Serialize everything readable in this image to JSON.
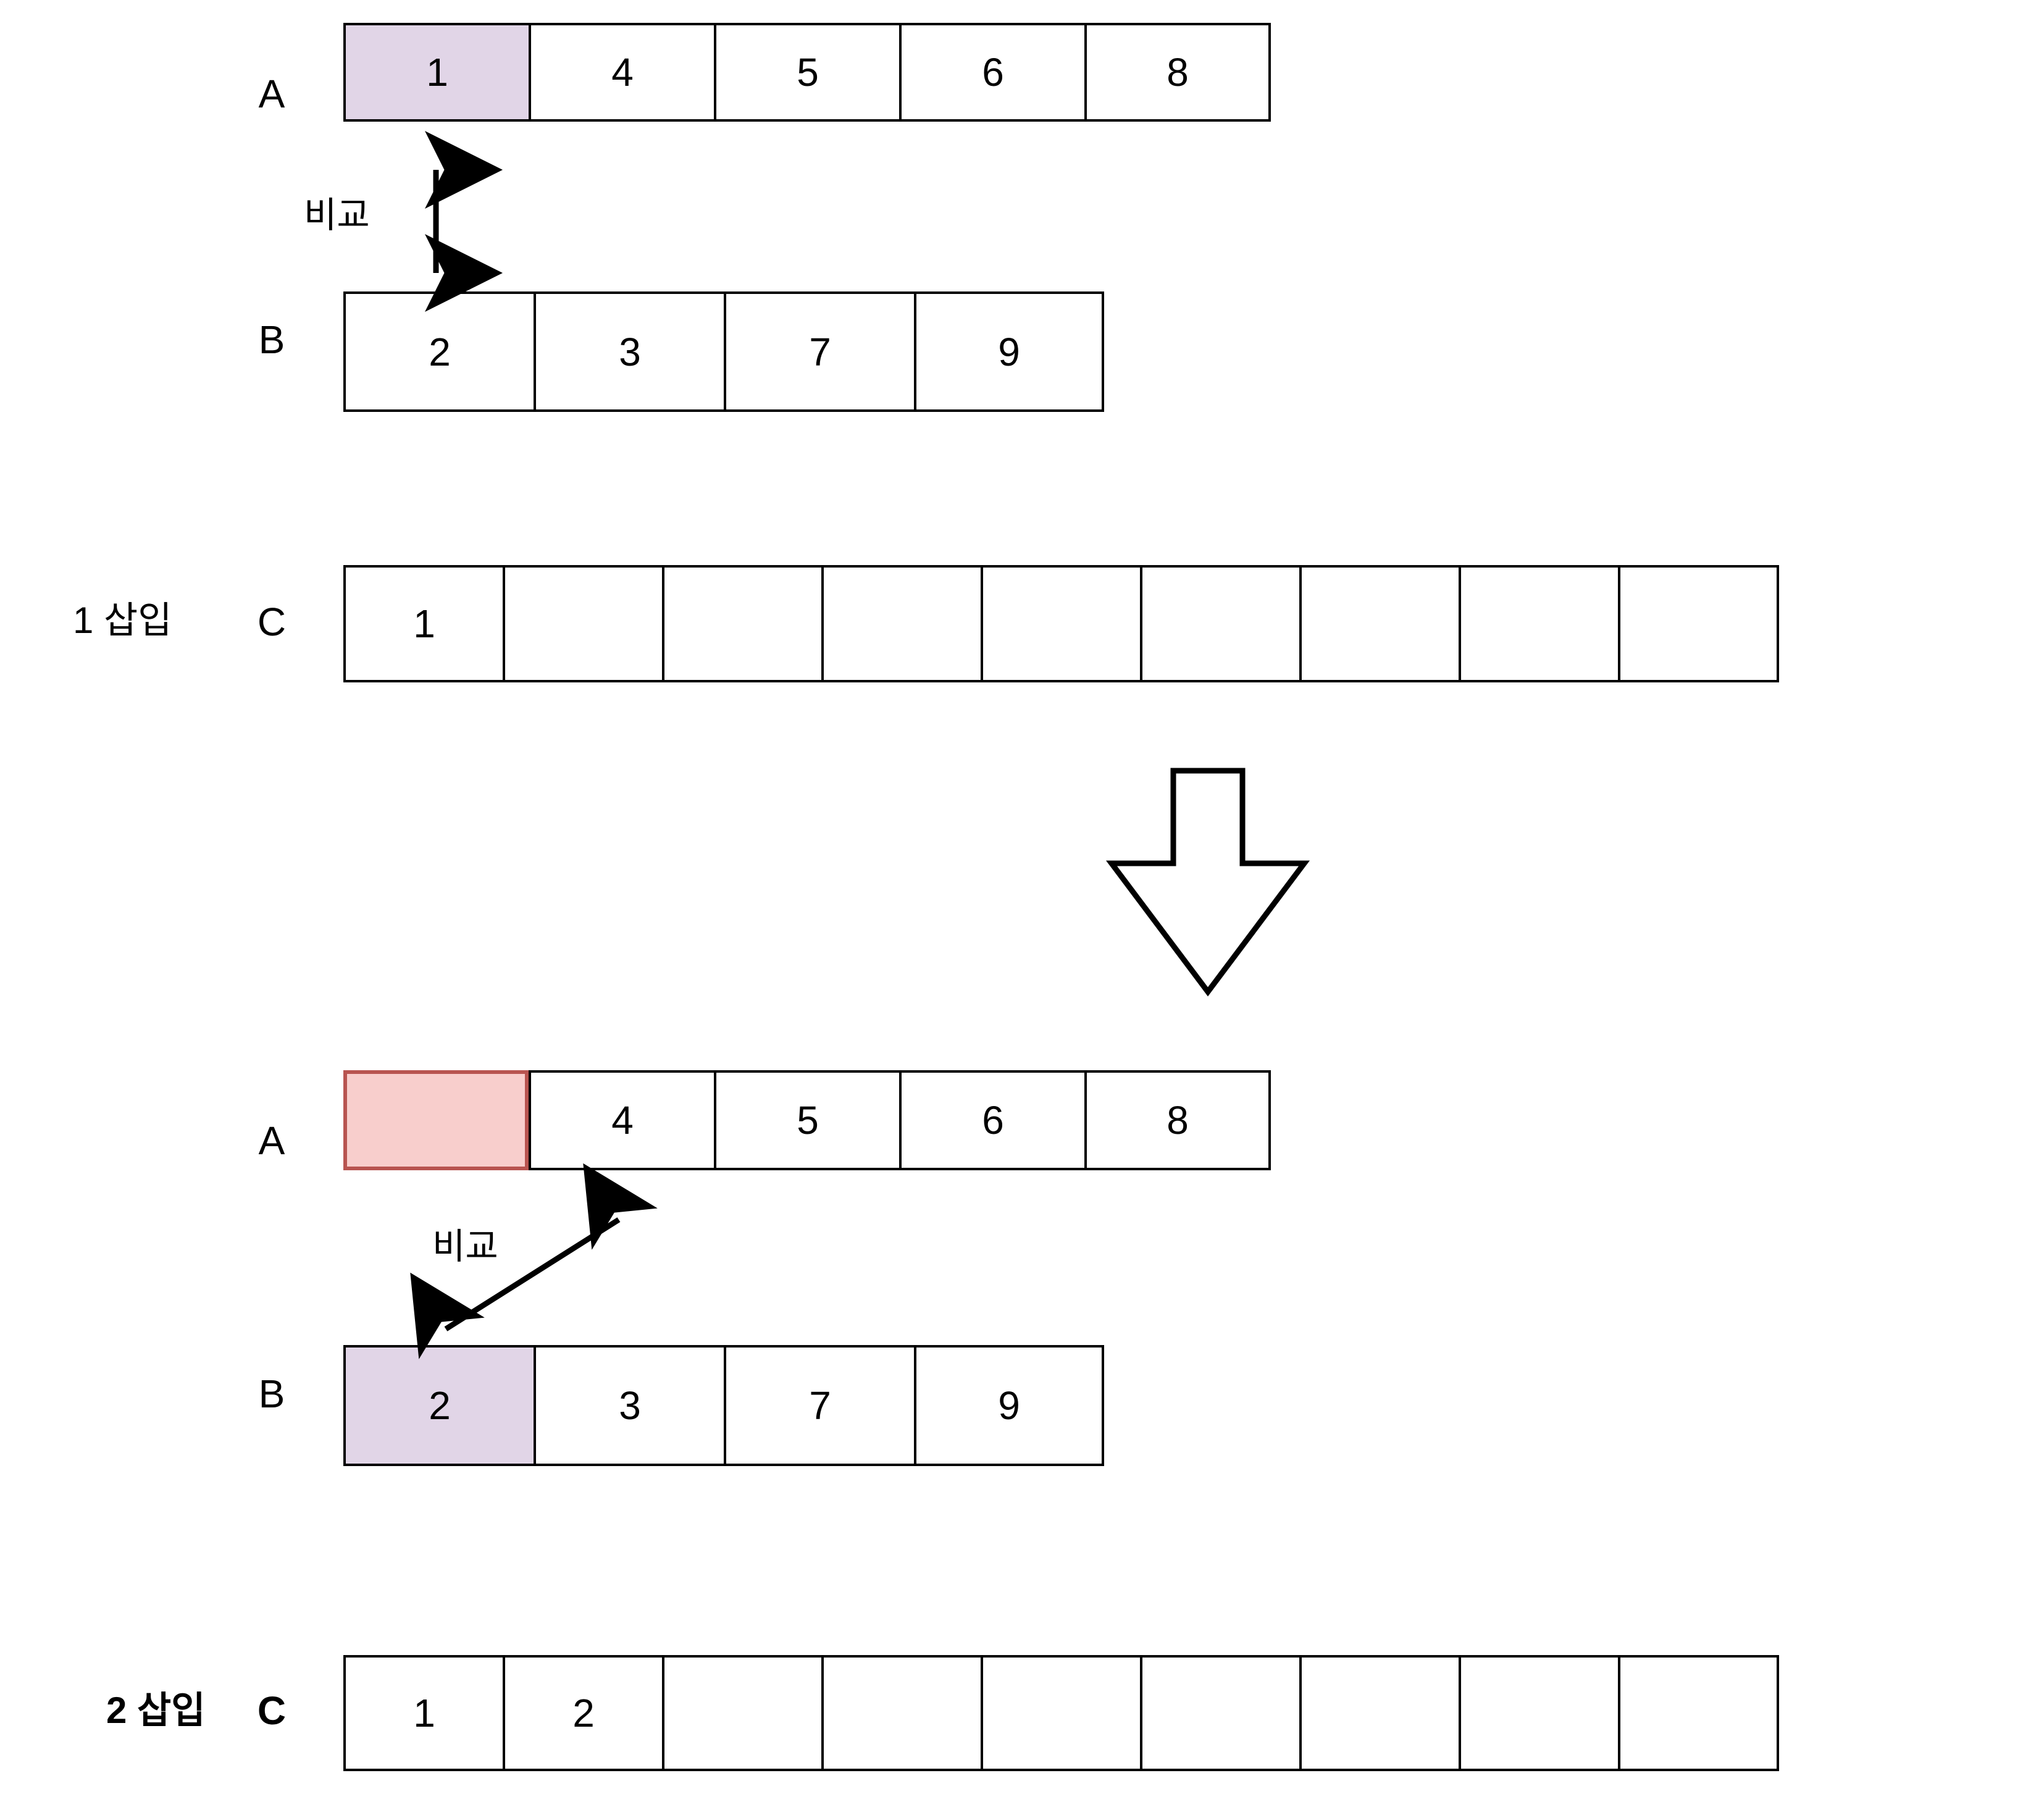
{
  "diagram": {
    "title_text_language": "ko",
    "colors": {
      "highlight_purple_fill": "#e1d5e7",
      "highlight_purple_stroke": "#000000",
      "highlight_red_fill": "#f8cecc",
      "highlight_red_stroke": "#b85450",
      "cell_stroke": "#000000",
      "background": "#ffffff"
    },
    "steps": [
      {
        "id": "step-1",
        "step_label": "1 삽입",
        "compare_label": "비교",
        "arrays": [
          {
            "name": "A",
            "label": "A",
            "cells": [
              "1",
              "4",
              "5",
              "6",
              "8"
            ],
            "highlight_index": 0,
            "highlight_kind": "purple"
          },
          {
            "name": "B",
            "label": "B",
            "cells": [
              "2",
              "3",
              "7",
              "9"
            ],
            "highlight_index": -1,
            "highlight_kind": "none"
          },
          {
            "name": "C",
            "label": "C",
            "cells": [
              "1",
              "",
              "",
              "",
              "",
              "",
              "",
              "",
              ""
            ],
            "highlight_index": -1,
            "highlight_kind": "none"
          }
        ]
      },
      {
        "id": "step-2",
        "step_label": "2 삽입",
        "compare_label": "비교",
        "arrays": [
          {
            "name": "A",
            "label": "A",
            "cells": [
              "",
              "4",
              "5",
              "6",
              "8"
            ],
            "highlight_index": 0,
            "highlight_kind": "red"
          },
          {
            "name": "B",
            "label": "B",
            "cells": [
              "2",
              "3",
              "7",
              "9"
            ],
            "highlight_index": 0,
            "highlight_kind": "purple"
          },
          {
            "name": "C",
            "label": "C",
            "cells": [
              "1",
              "2",
              "",
              "",
              "",
              "",
              "",
              "",
              ""
            ],
            "highlight_index": -1,
            "highlight_kind": "none"
          }
        ]
      }
    ],
    "flow_arrow": {
      "direction": "down",
      "name": "big-down-arrow"
    }
  }
}
